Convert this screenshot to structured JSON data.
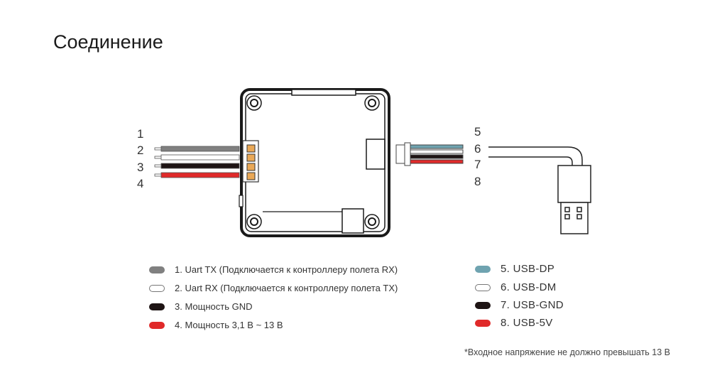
{
  "title": "Соединение",
  "pin_numbers_left": [
    "1",
    "2",
    "3",
    "4"
  ],
  "pin_numbers_right": [
    "5",
    "6",
    "7",
    "8"
  ],
  "legend_left": [
    {
      "label": "1. Uart TX (Подключается к контроллеру полета RX)",
      "color": "#808080"
    },
    {
      "label": "2. Uart RX (Подключается к контроллеру полета TX)",
      "color": "#ffffff"
    },
    {
      "label": "3. Мощность GND",
      "color": "#1e1414"
    },
    {
      "label": "4. Мощность 3,1 В ~ 13 В",
      "color": "#e02a2a"
    }
  ],
  "legend_right": [
    {
      "label": "5. USB-DP",
      "color": "#6fa3b0"
    },
    {
      "label": "6. USB-DM",
      "color": "#ffffff"
    },
    {
      "label": "7. USB-GND",
      "color": "#1e1414"
    },
    {
      "label": "8. USB-5V",
      "color": "#e02a2a"
    }
  ],
  "footnote": "*Входное напряжение не должно превышать 13 В"
}
